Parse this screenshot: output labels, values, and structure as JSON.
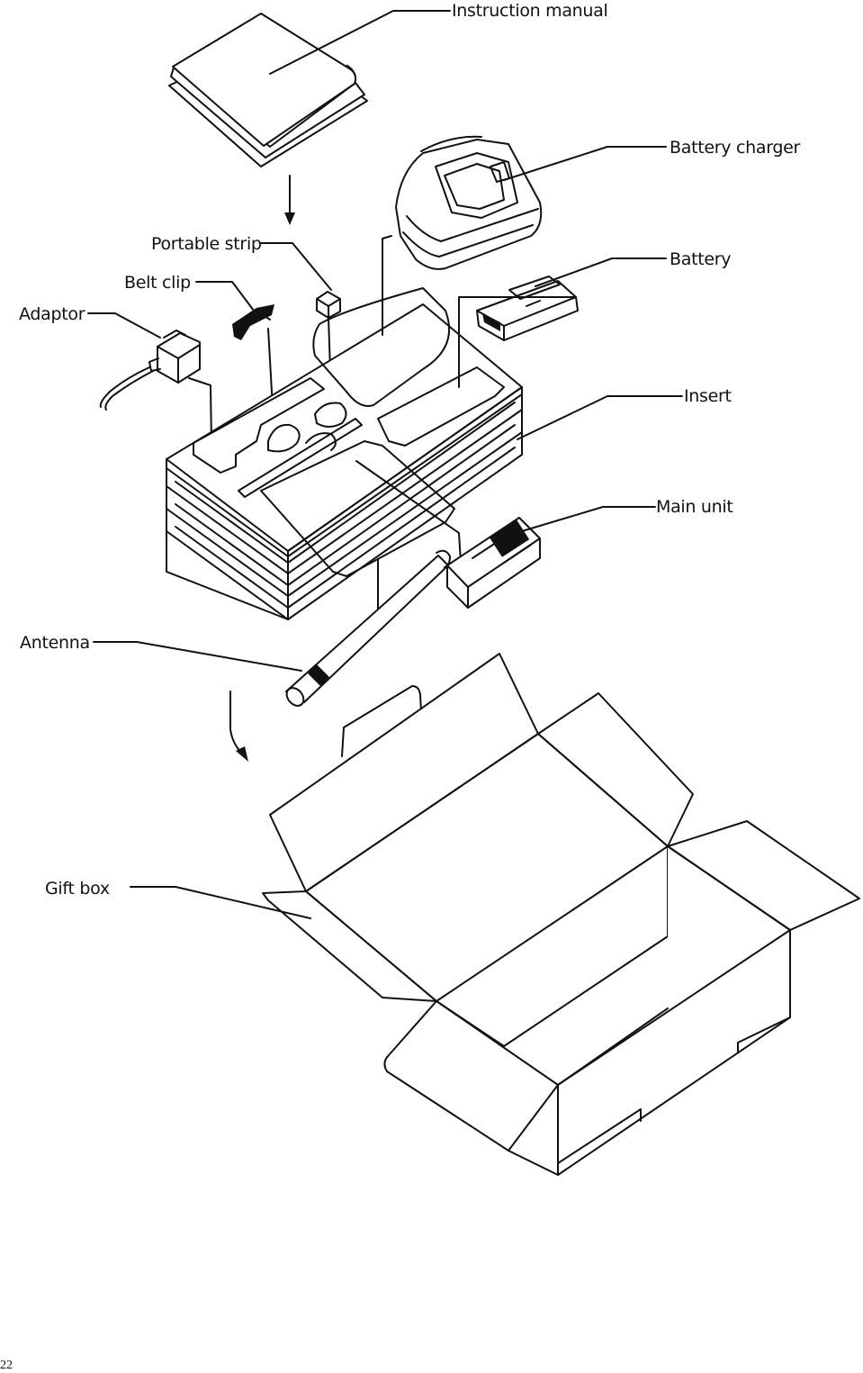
{
  "labels": {
    "instruction_manual": "Instruction manual",
    "battery_charger": "Battery charger",
    "portable_strip": "Portable strip",
    "battery": "Battery",
    "belt_clip": "Belt clip",
    "adaptor": "Adaptor",
    "insert": "Insert",
    "main_unit": "Main unit",
    "antenna": "Antenna",
    "gift_box": "Gift box"
  },
  "page_number": "22"
}
